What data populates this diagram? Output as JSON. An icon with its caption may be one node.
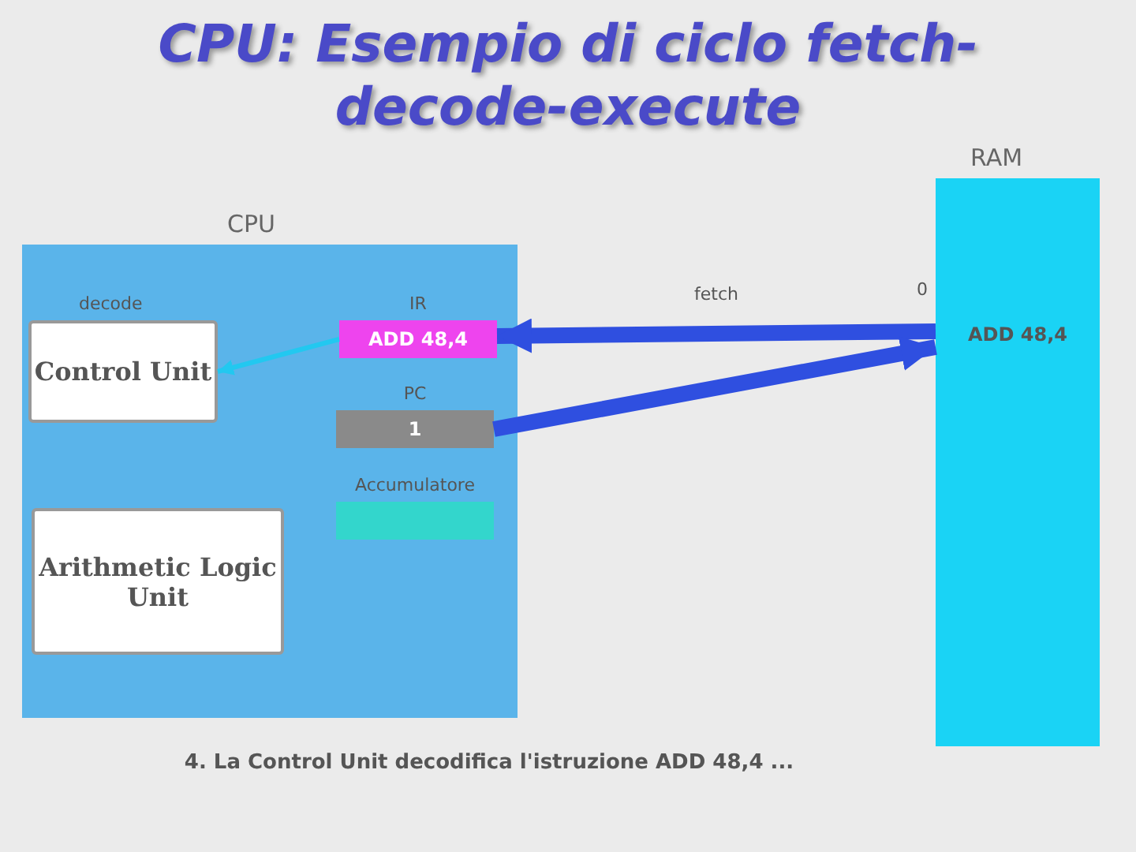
{
  "diagram": {
    "title": "CPU: Esempio di ciclo fetch-decode-execute",
    "caption": "4. La Control Unit decodifica l'istruzione ADD 48,4 ...",
    "nodes": [
      {
        "text": [
          "CPU"
        ]
      },
      {
        "text": [
          "Control Unit"
        ],
        "in": 0,
        "beside": [
          "decode"
        ]
      },
      {
        "text": [
          "Arithmetic Logic Unit"
        ],
        "in": 0
      },
      {
        "text": [
          "ADD 48,4"
        ],
        "in": 0,
        "beside": [
          "IR"
        ]
      },
      {
        "text": [
          "1"
        ],
        "in": 0,
        "beside": [
          "PC"
        ]
      },
      {
        "text": [],
        "shape": "bar",
        "in": 0,
        "beside": [
          "Accumulatore"
        ]
      },
      {
        "text": [
          "RAM"
        ]
      },
      {
        "text": [
          "ADD 48,4"
        ],
        "in": 6,
        "beside": [
          "0"
        ]
      }
    ],
    "edges": [
      {
        "from": 3,
        "to": 1,
        "arrow": "to",
        "color": "#22c8f0"
      },
      {
        "from": 7,
        "to": 3,
        "arrow": "to",
        "label": "fetch"
      },
      {
        "from": 4,
        "to": 7,
        "arrow": "to"
      }
    ]
  }
}
